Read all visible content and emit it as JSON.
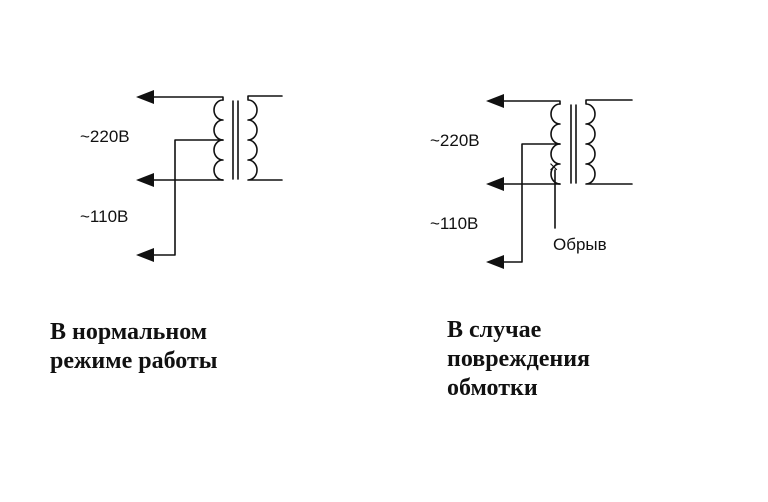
{
  "left_diagram": {
    "label_high": "~220В",
    "label_low": "~110В",
    "caption": [
      "В нормальном",
      "режиме работы"
    ]
  },
  "right_diagram": {
    "label_high": "~220В",
    "label_low": "~110В",
    "break_label": "Обрыв",
    "break_marker": "×",
    "caption": [
      "В случае",
      "повреждения",
      "обмотки"
    ]
  },
  "colors": {
    "line": "#111111",
    "background": "#ffffff"
  }
}
